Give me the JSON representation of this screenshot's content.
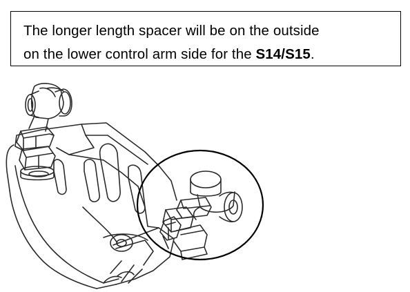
{
  "note": {
    "line1": "The longer length spacer will be on the outside",
    "line2_prefix": "on the lower control arm side for the ",
    "line2_model": "S14/S15",
    "line2_suffix": "."
  }
}
